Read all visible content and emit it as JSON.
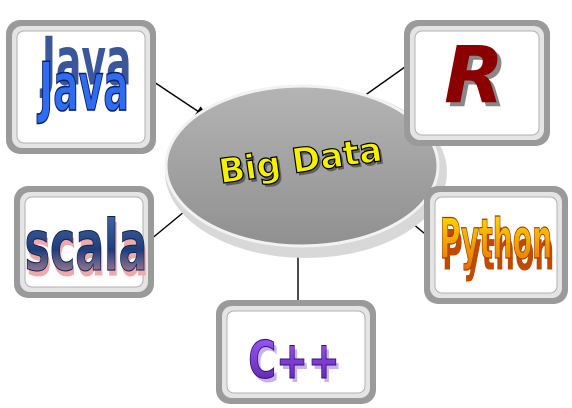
{
  "center": {
    "label": "Big Data",
    "fill": "#a0a0a0",
    "text_color": "#f5f000"
  },
  "nodes": {
    "java": {
      "label": "Java",
      "color": "#1e4fd8"
    },
    "r": {
      "label": "R",
      "color": "#8b0000"
    },
    "scala": {
      "label": "scala",
      "color": "#1f3d7a"
    },
    "python": {
      "label": "Python",
      "color": "#f5a000"
    },
    "cpp": {
      "label": "C++",
      "color": "#7a2fd0"
    }
  }
}
